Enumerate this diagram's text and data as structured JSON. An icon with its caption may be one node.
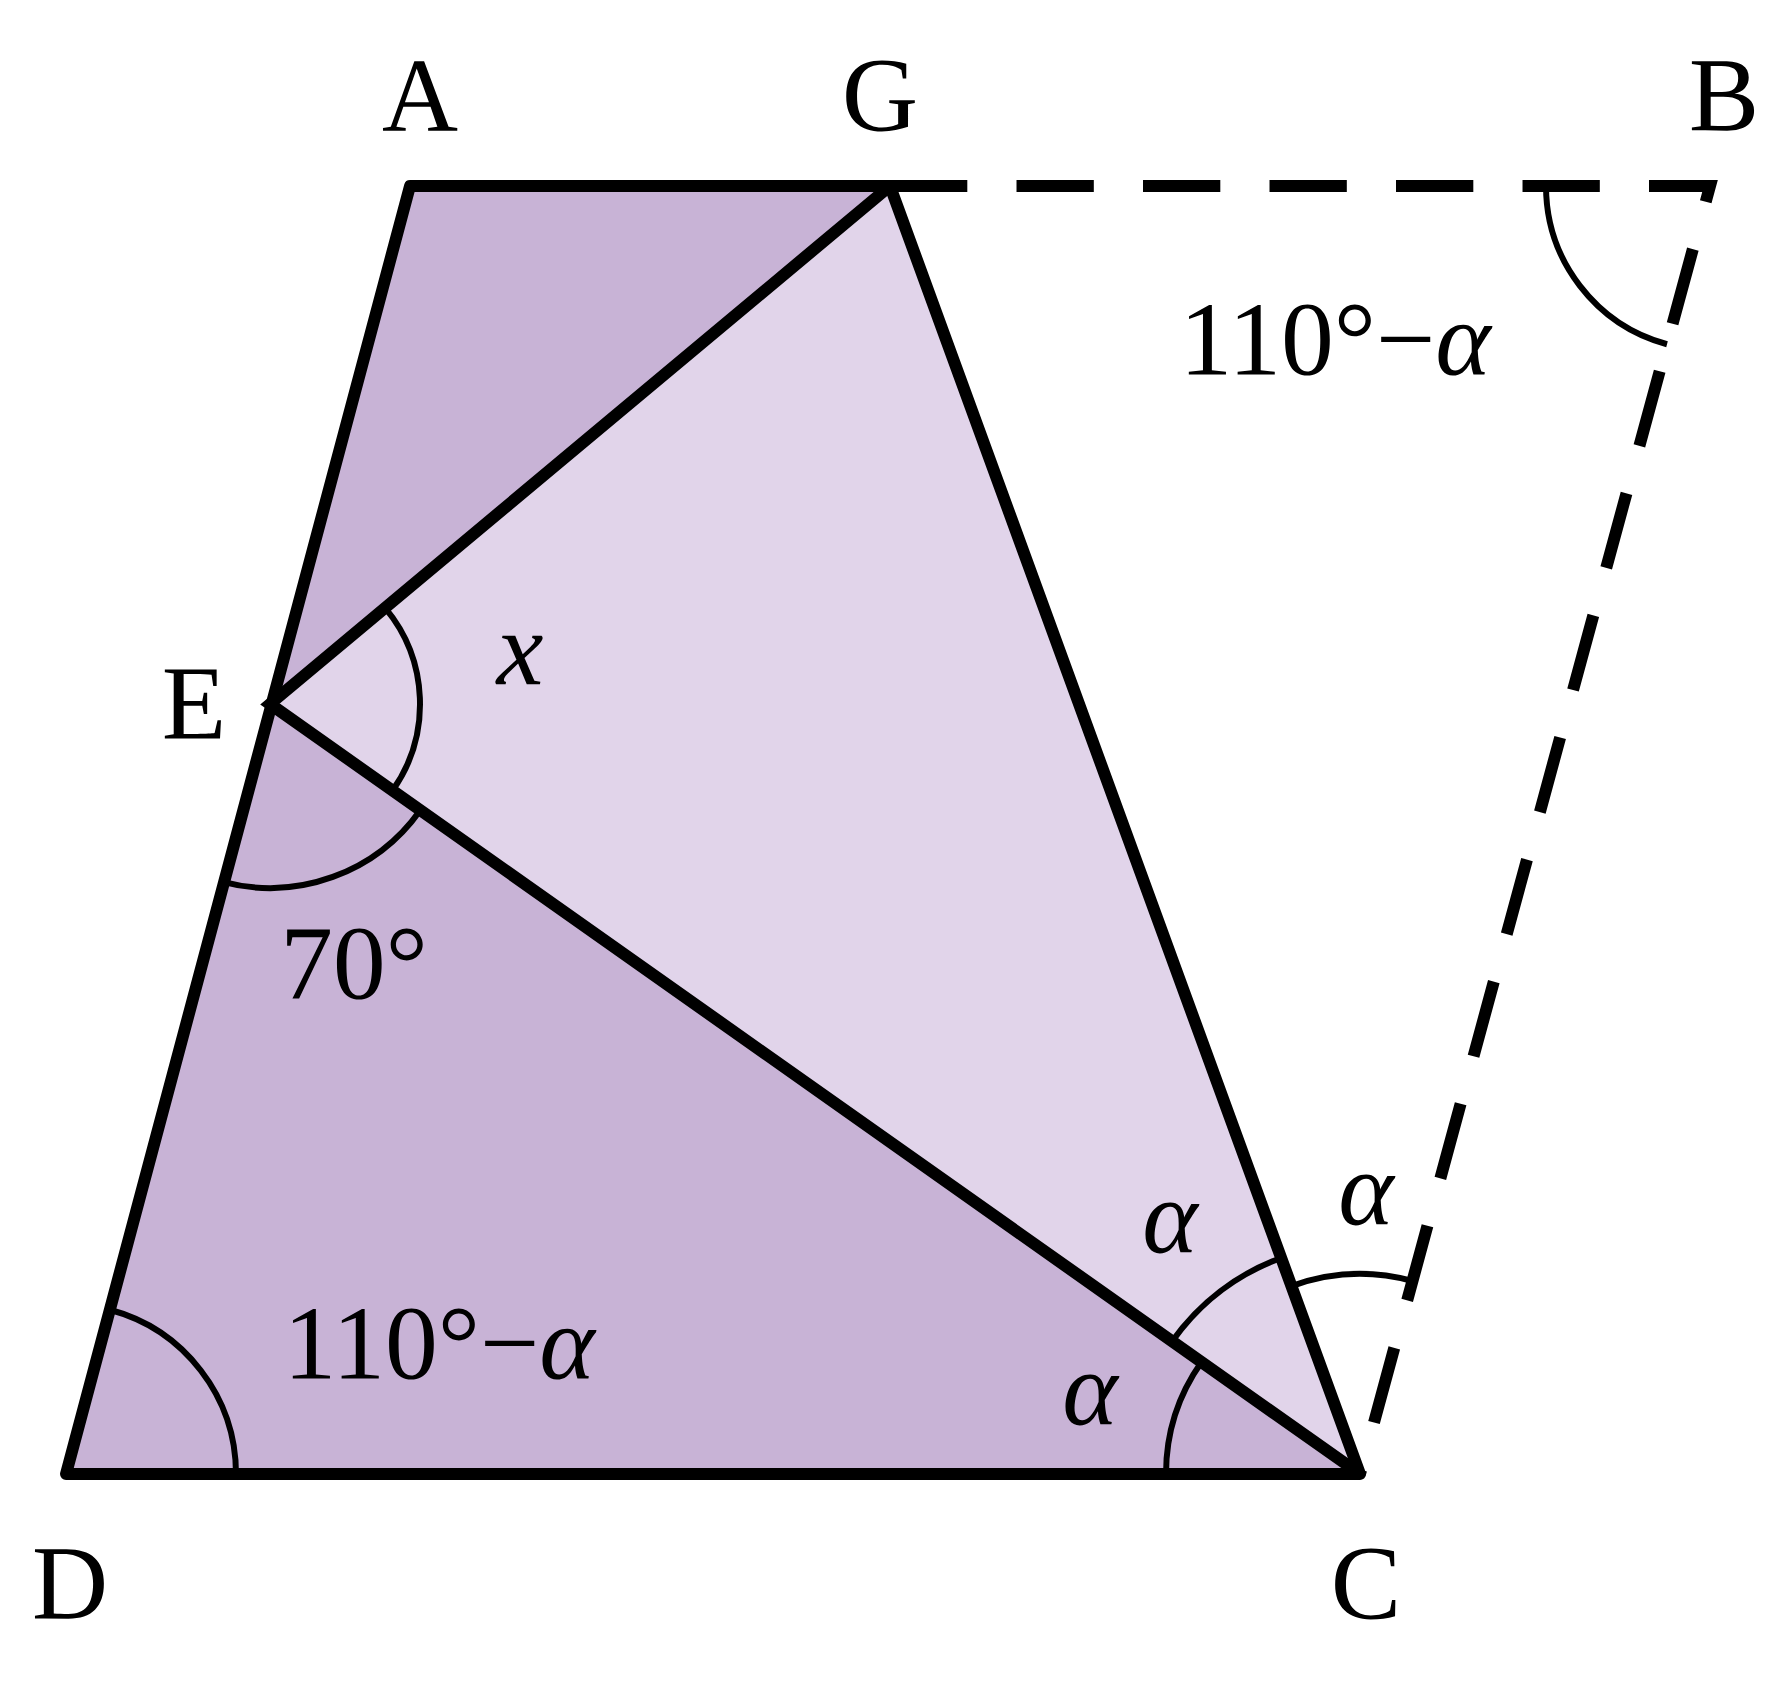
{
  "diagram": {
    "labels": [
      "A",
      "G",
      "B",
      "110°−*α*",
      "E",
      "x",
      "70°",
      "α",
      "α",
      "110°−*α*",
      "α",
      "D",
      "C"
    ]
  }
}
